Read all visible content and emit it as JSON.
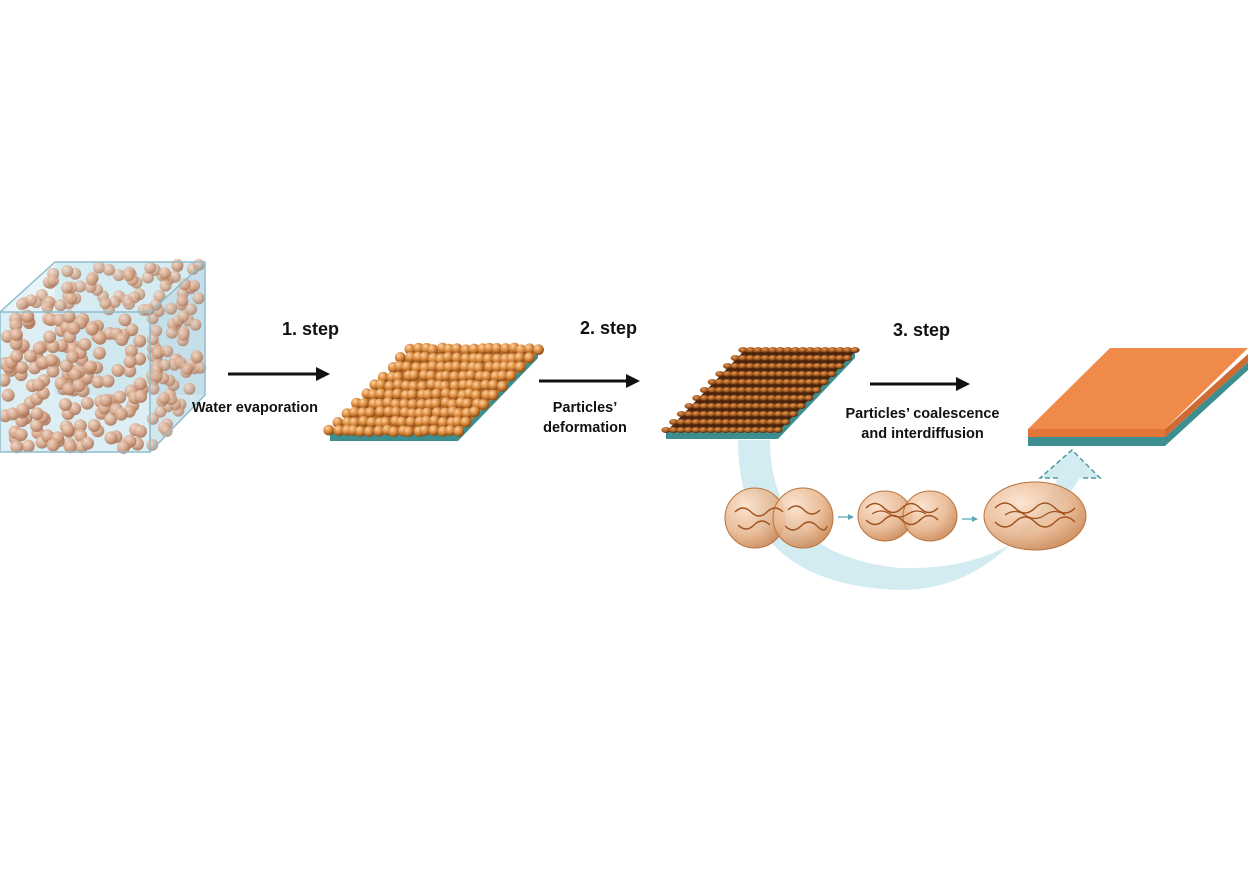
{
  "steps": [
    {
      "title": "1. step",
      "description": "Water evaporation"
    },
    {
      "title": "2. step",
      "description_lines": [
        "Particles’",
        "deformation"
      ]
    },
    {
      "title": "3. step",
      "description_lines": [
        "Particles’ coalescence",
        "and interdiffusion"
      ]
    }
  ],
  "colors": {
    "particle": "#d98a3c",
    "particle_translucent": "#d6a88a",
    "water": "#bfe0ea",
    "substrate": "#3d8f8f",
    "film": "#f08a4b",
    "arrow": "#111111",
    "flow_arrow": "#d3ecf2"
  }
}
